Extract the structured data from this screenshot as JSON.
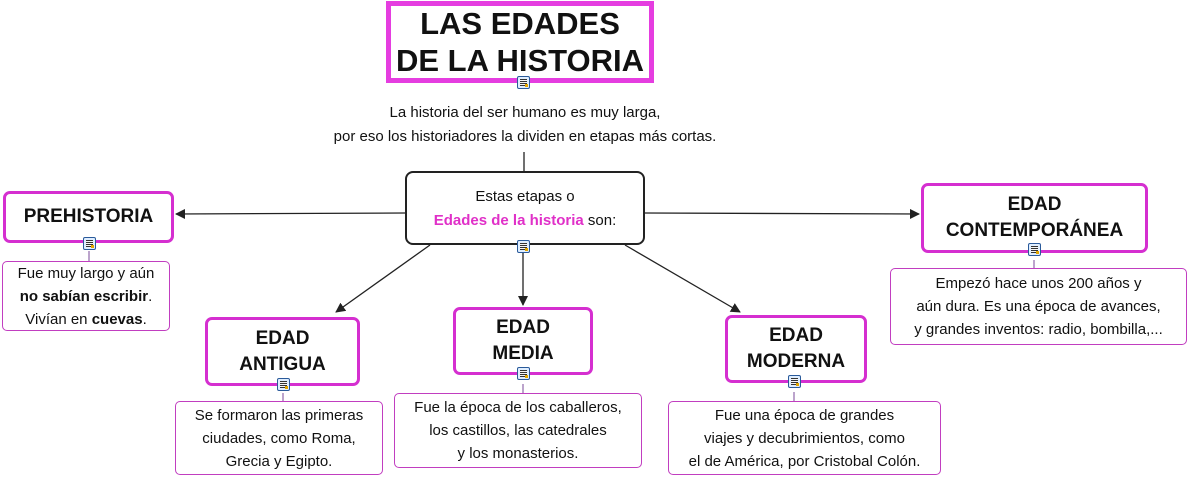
{
  "title": {
    "line1": "LAS EDADES",
    "line2": "DE LA HISTORIA"
  },
  "intro": {
    "line1": "La historia del ser humano es muy larga,",
    "line2": "por eso los historiadores la dividen en etapas más cortas."
  },
  "center": {
    "line1": "Estas etapas o",
    "highlight": "Edades de la historia",
    "after": " son:"
  },
  "eras": {
    "prehistoria": {
      "title": "PREHISTORIA",
      "note": {
        "t1": "Fue muy largo y aún",
        "b1": "no sabían escribir",
        "t2": ".",
        "t3": "Vivían en ",
        "b2": "cuevas",
        "t4": "."
      }
    },
    "antigua": {
      "line1": "EDAD",
      "line2": "ANTIGUA",
      "note": {
        "l1": "Se formaron las primeras",
        "l2": "ciudades, como Roma,",
        "l3": "Grecia y Egipto."
      }
    },
    "media": {
      "line1": "EDAD",
      "line2": "MEDIA",
      "note": {
        "l1": "Fue la época de los caballeros,",
        "l2": "los castillos, las catedrales",
        "l3": "y los monasterios."
      }
    },
    "moderna": {
      "line1": "EDAD",
      "line2": "MODERNA",
      "note": {
        "l1": "Fue una época de grandes",
        "l2": "viajes y decubrimientos, como",
        "l3": "el de América, por Cristobal Colón."
      }
    },
    "contemporanea": {
      "line1": "EDAD",
      "line2": "CONTEMPORÁNEA",
      "note": {
        "l1": "Empezó hace unos 200 años y",
        "l2": "aún dura. Es una época de avances,",
        "l3": "y grandes inventos: radio, bombilla,..."
      }
    }
  },
  "colors": {
    "accent": "#e53de0",
    "highlight": "#e030c8",
    "line": "#222222"
  }
}
